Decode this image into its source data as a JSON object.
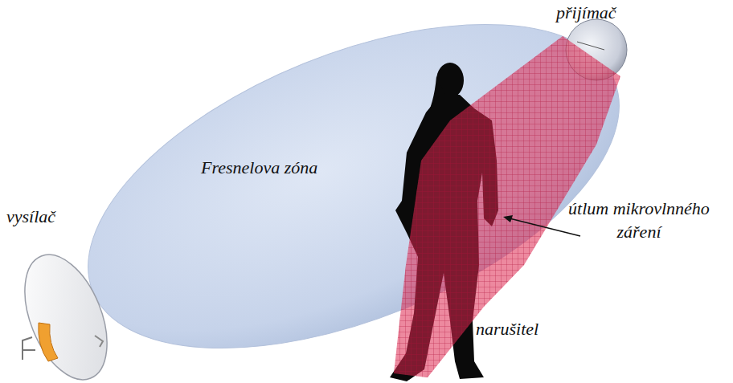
{
  "diagram": {
    "nodes": [
      {
        "text": [
          "Fresnelova zóna"
        ]
      }
    ],
    "labels": [
      "přijímač",
      "vysílač",
      "útlum mikrovlnného záření",
      "narušitel"
    ]
  }
}
